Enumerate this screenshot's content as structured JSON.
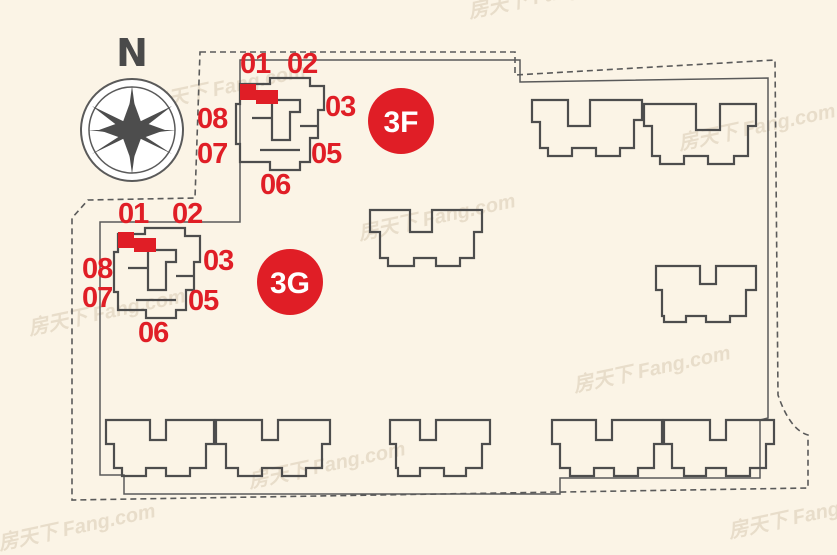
{
  "compass": {
    "label": "N"
  },
  "buildings": {
    "3F": {
      "badge": "3F",
      "units": [
        "01",
        "02",
        "03",
        "05",
        "06",
        "07",
        "08"
      ]
    },
    "3G": {
      "badge": "3G",
      "units": [
        "01",
        "02",
        "03",
        "05",
        "06",
        "07",
        "08"
      ]
    }
  },
  "watermark": {
    "text": "房天下 Fang.com"
  },
  "colors": {
    "accent": "#e01e26",
    "highlight_unit": "#e01e26",
    "lines": "#4d4d4d",
    "background": "#fbf4e6"
  }
}
